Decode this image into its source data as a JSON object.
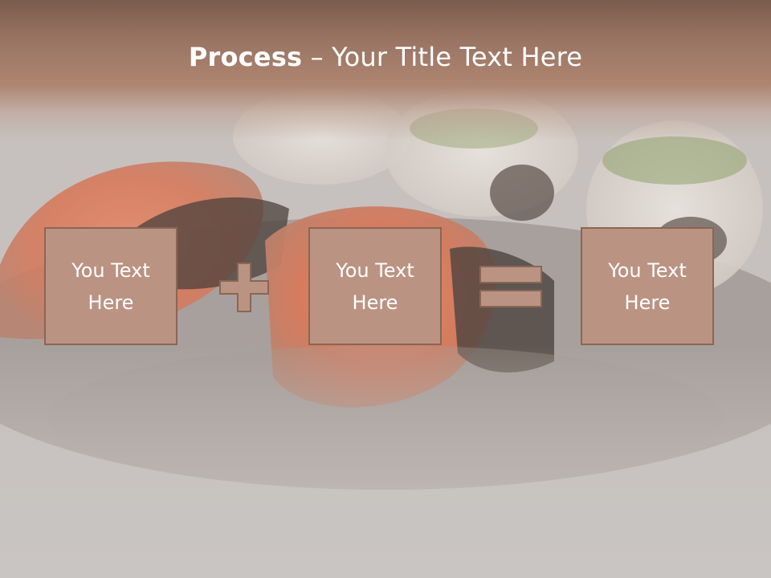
{
  "slide": {
    "title_bold": "Process",
    "title_rest": " – Your Title Text Here",
    "boxes": [
      {
        "text": "You Text Here"
      },
      {
        "text": "You Text Here"
      },
      {
        "text": "You Text Here"
      }
    ],
    "operators": [
      "plus-icon",
      "equals-icon"
    ],
    "colors": {
      "header": "#9b7564",
      "box_fill": "#bb9382",
      "box_border": "#8a6654",
      "text": "#ffffff",
      "background": "#c9c5c2"
    }
  }
}
